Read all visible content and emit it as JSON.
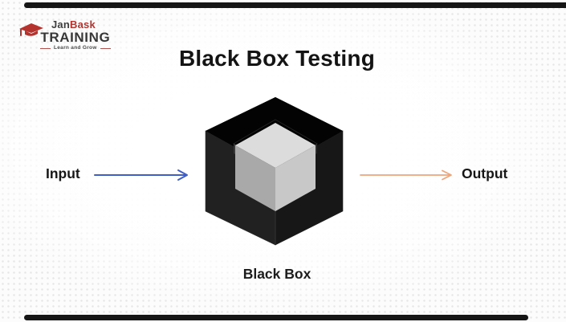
{
  "logo": {
    "brand_part1": "Jan",
    "brand_part2": "Bask",
    "brand_line2": "TRAINING",
    "tagline": "Learn and Grow",
    "cap_color": "#b5332e"
  },
  "title": "Black Box Testing",
  "diagram": {
    "input_label": "Input",
    "output_label": "Output",
    "box_label": "Black Box",
    "colors": {
      "input_arrow": "#3f5ec6",
      "output_arrow": "#eda57b",
      "box_top": "#030303",
      "box_left": "#212121",
      "box_right": "#171717",
      "box_base": "#101010",
      "hole_wall_left": "#3a3a3a",
      "hole_wall_right": "#2b2b2b",
      "cube_top": "#dcdcdc",
      "cube_left": "#a9a9a9",
      "cube_right": "#c8c8c8"
    }
  }
}
